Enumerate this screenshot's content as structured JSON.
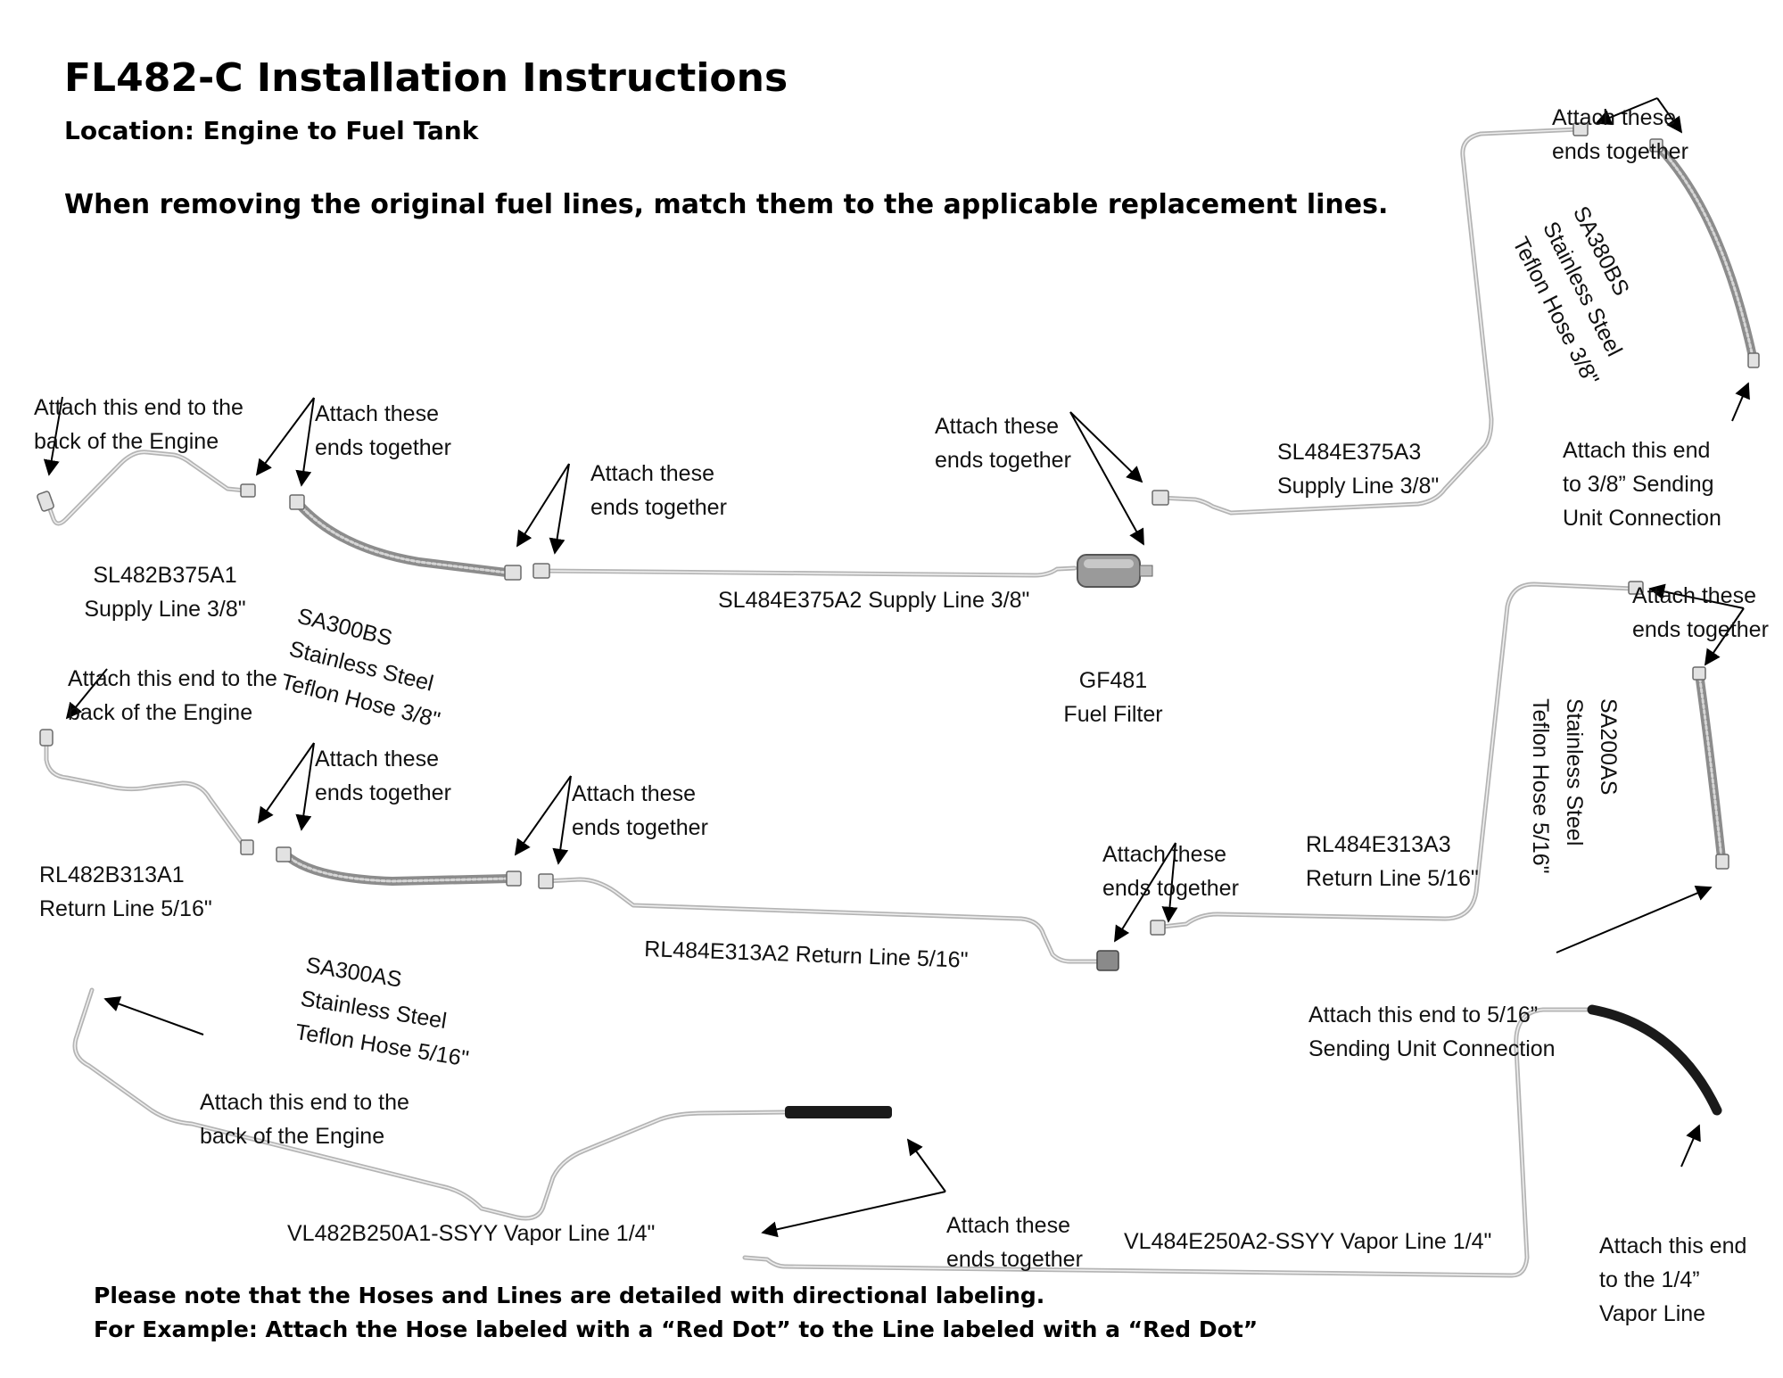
{
  "header": {
    "title": "FL482-C Installation Instructions",
    "location": "Location: Engine to Fuel Tank",
    "instruction": "When removing the original fuel lines, match them to the applicable replacement lines."
  },
  "notes": {
    "line1": "Please note that the Hoses and Lines are detailed with directional labeling.",
    "line2": "For Example: Attach the Hose labeled with a “Red Dot” to the Line labeled with a “Red Dot”"
  },
  "callouts": {
    "attach_engine": [
      "Attach this end to the",
      "back of the Engine"
    ],
    "attach_together": [
      "Attach these",
      "ends together"
    ],
    "sending_38": [
      "Attach this end",
      "to 3/8” Sending",
      "Unit Connection"
    ],
    "sending_516": [
      "Attach this end to 5/16”",
      "Sending Unit Connection"
    ],
    "vapor_end": [
      "Attach this end",
      "to the 1/4”",
      "Vapor Line"
    ]
  },
  "parts": {
    "sl482b375a1": [
      "SL482B375A1",
      "Supply Line 3/8\""
    ],
    "sa300bs": [
      "SA300BS",
      "Stainless Steel",
      "Teflon Hose 3/8\""
    ],
    "sl484e375a2": "SL484E375A2 Supply Line 3/8\"",
    "gf481": [
      "GF481",
      "Fuel Filter"
    ],
    "sl484e375a3": [
      "SL484E375A3",
      "Supply Line 3/8\""
    ],
    "sa380bs": [
      "SA380BS",
      "Stainless Steel",
      "Teflon Hose 3/8\""
    ],
    "rl482b313a1": [
      "RL482B313A1",
      "Return Line 5/16\""
    ],
    "sa300as": [
      "SA300AS",
      "Stainless Steel",
      "Teflon Hose 5/16\""
    ],
    "rl484e313a2": "RL484E313A2 Return Line 5/16\"",
    "rl484e313a3": [
      "RL484E313A3",
      "Return Line 5/16\""
    ],
    "sa200as": [
      "SA200AS",
      "Stainless Steel",
      "Teflon Hose 5/16\""
    ],
    "vl482b250a1": "VL482B250A1-SSYY Vapor Line 1/4\"",
    "vl484e250a2": "VL484E250A2-SSYY Vapor Line 1/4\""
  }
}
